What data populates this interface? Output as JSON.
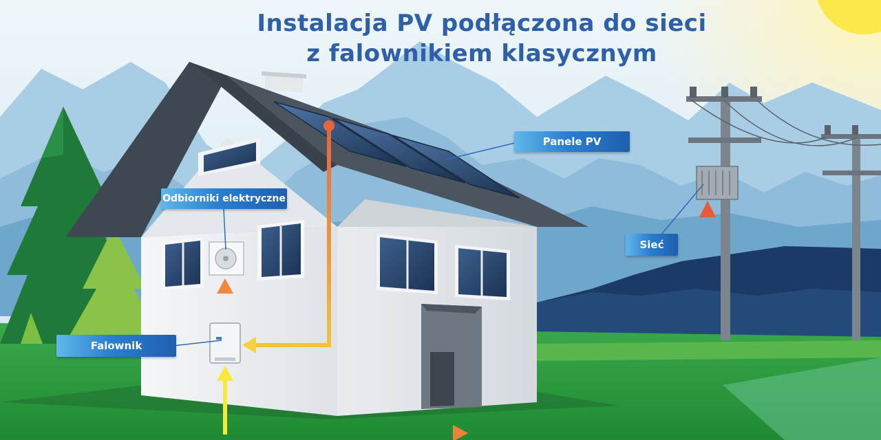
{
  "title": {
    "line1": "Instalacja PV podłączona do sieci",
    "line2": "z falownikiem klasycznym"
  },
  "labels": {
    "panels": "Panele PV",
    "loads": "Odbiorniki elektryczne",
    "inverter": "Falownik",
    "grid": "Sieć"
  },
  "colors": {
    "title": "#2e5fa8",
    "label_gradient_start": "#5fb8ea",
    "label_gradient_end": "#1f5fae",
    "flow_yellow": "#f7e93a",
    "flow_orange": "#f08a3a",
    "flow_red": "#e85a3a",
    "grass": "#2f9a3f",
    "roof": "#4a5560",
    "sky": "#dfeef6"
  }
}
